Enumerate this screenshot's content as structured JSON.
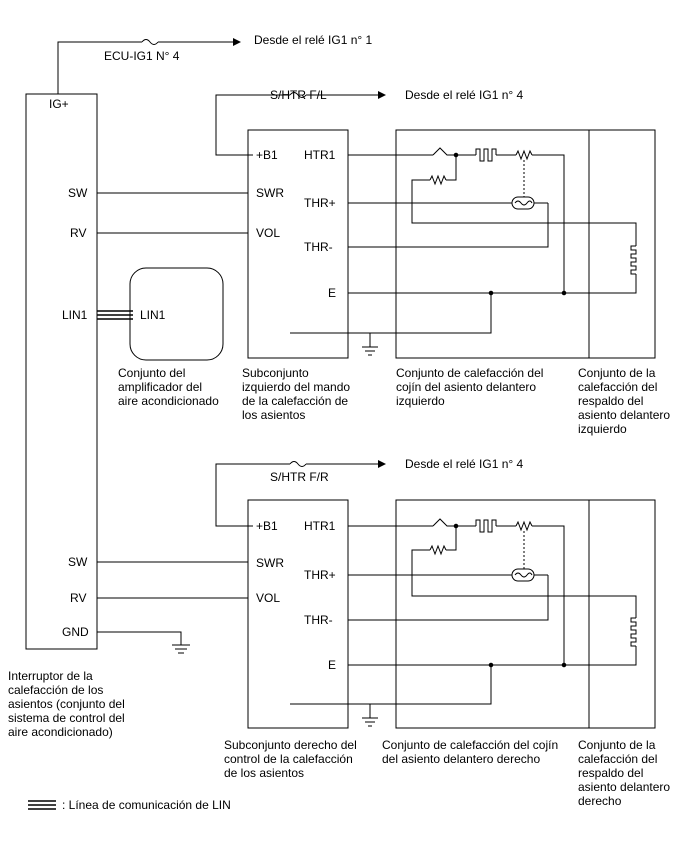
{
  "sources": {
    "ig1_no1": "Desde el relé IG1 n° 1",
    "ig1_no4_top": "Desde el relé IG1 n° 4",
    "ig1_no4_bottom": "Desde el relé IG1 n° 4"
  },
  "fuses": {
    "ecu_ig1": "ECU-IG1 N° 4",
    "shtr_fl": "S/HTR F/L",
    "shtr_fr": "S/HTR F/R"
  },
  "switch_unit": {
    "pins": {
      "ig": "IG+",
      "sw1": "SW",
      "rv1": "RV",
      "lin1": "LIN1",
      "sw2": "SW",
      "rv2": "RV",
      "gnd": "GND"
    },
    "caption": [
      "Interruptor de la",
      "calefacción de los",
      "asientos (conjunto del",
      "sistema de control del",
      "aire acondicionado)"
    ]
  },
  "amplifier": {
    "pin": "LIN1",
    "caption": [
      "Conjunto del",
      "amplificador del",
      "aire acondicionado"
    ]
  },
  "left_controller": {
    "pins": {
      "b1": "+B1",
      "swr": "SWR",
      "vol": "VOL",
      "htr1": "HTR1",
      "thr_plus": "THR+",
      "thr_minus": "THR-",
      "e": "E"
    },
    "caption": [
      "Subconjunto",
      "izquierdo del mando",
      "de la calefacción de",
      "los asientos"
    ]
  },
  "right_controller": {
    "pins": {
      "b1": "+B1",
      "swr": "SWR",
      "vol": "VOL",
      "htr1": "HTR1",
      "thr_plus": "THR+",
      "thr_minus": "THR-",
      "e": "E"
    },
    "caption": [
      "Subconjunto derecho del",
      "control de la calefacción",
      "de los asientos"
    ]
  },
  "left_cushion_caption": [
    "Conjunto de calefacción del",
    "cojín del asiento delantero",
    "izquierdo"
  ],
  "left_back_caption": [
    "Conjunto de la",
    "calefacción del",
    "respaldo del",
    "asiento delantero",
    "izquierdo"
  ],
  "right_cushion_caption": [
    "Conjunto de calefacción del cojín",
    "del asiento delantero derecho"
  ],
  "right_back_caption": [
    "Conjunto de la",
    "calefacción del",
    "respaldo del",
    "asiento delantero",
    "derecho"
  ],
  "legend": ": Línea de comunicación de LIN"
}
